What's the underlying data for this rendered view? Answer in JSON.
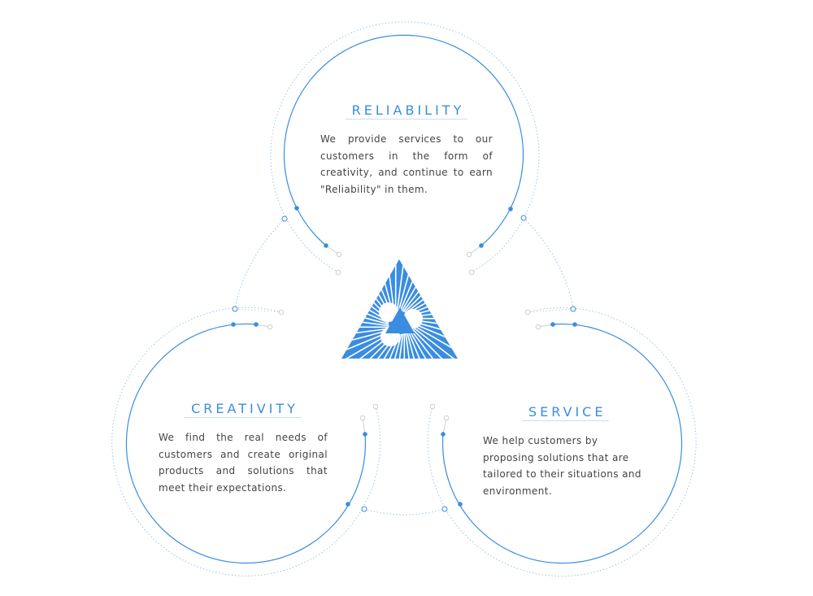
{
  "colors": {
    "accent": "#3a8de0",
    "dotted": "#9cc4ec",
    "gray": "#c8c8c8"
  },
  "logo": {
    "icon": "spiral-triangle-logo"
  },
  "sections": [
    {
      "title": "RELIABILITY",
      "text": "We provide services to our customers in the form of creativity, and continue to earn \"Reliability\" in them."
    },
    {
      "title": "CREATIVITY",
      "text": "We find the real needs of customers and create original products and solutions that meet their expectations."
    },
    {
      "title": "SERVICE",
      "text": "We help customers by proposing solutions that are tailored to their situations and environment."
    }
  ]
}
